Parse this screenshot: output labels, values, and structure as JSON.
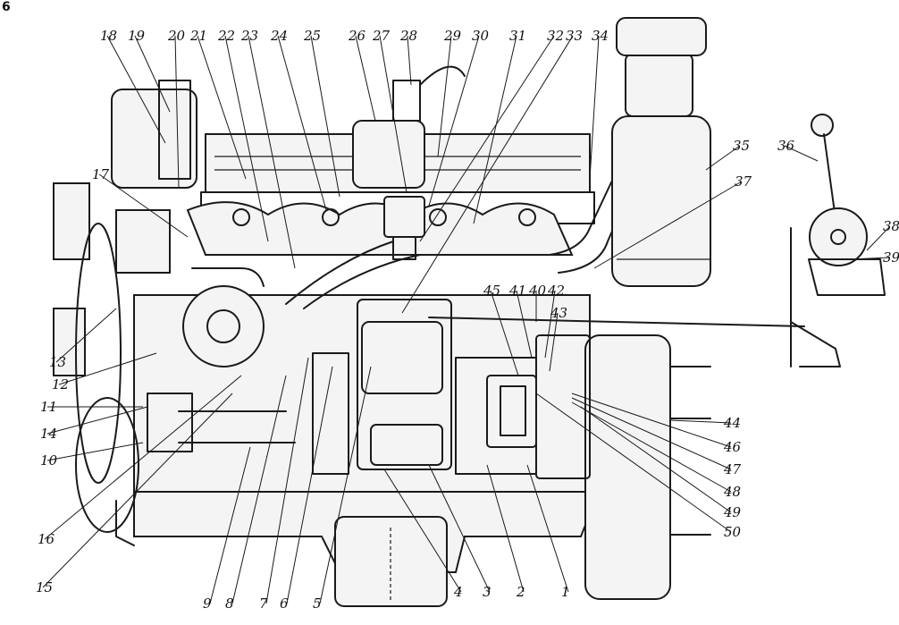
{
  "figure_number": "6",
  "callouts": [
    {
      "id": "1",
      "text": "1"
    },
    {
      "id": "2",
      "text": "2"
    },
    {
      "id": "3",
      "text": "3"
    },
    {
      "id": "4",
      "text": "4"
    },
    {
      "id": "5",
      "text": "5"
    },
    {
      "id": "6",
      "text": "6"
    },
    {
      "id": "7",
      "text": "7"
    },
    {
      "id": "8",
      "text": "8"
    },
    {
      "id": "9",
      "text": "9"
    },
    {
      "id": "10",
      "text": "10"
    },
    {
      "id": "11",
      "text": "11"
    },
    {
      "id": "12",
      "text": "12"
    },
    {
      "id": "13",
      "text": "13"
    },
    {
      "id": "14",
      "text": "14"
    },
    {
      "id": "15",
      "text": "15"
    },
    {
      "id": "16",
      "text": "16"
    },
    {
      "id": "17",
      "text": "17"
    },
    {
      "id": "18",
      "text": "18"
    },
    {
      "id": "19",
      "text": "19"
    },
    {
      "id": "20",
      "text": "20"
    },
    {
      "id": "21",
      "text": "21"
    },
    {
      "id": "22",
      "text": "22"
    },
    {
      "id": "23",
      "text": "23"
    },
    {
      "id": "24",
      "text": "24"
    },
    {
      "id": "25",
      "text": "25"
    },
    {
      "id": "26",
      "text": "26"
    },
    {
      "id": "27",
      "text": "27"
    },
    {
      "id": "28",
      "text": "28"
    },
    {
      "id": "29",
      "text": "29"
    },
    {
      "id": "30",
      "text": "30"
    },
    {
      "id": "31",
      "text": "31"
    },
    {
      "id": "32",
      "text": "32"
    },
    {
      "id": "33",
      "text": "33"
    },
    {
      "id": "34",
      "text": "34"
    },
    {
      "id": "35",
      "text": "35"
    },
    {
      "id": "36",
      "text": "36"
    },
    {
      "id": "37",
      "text": "37"
    },
    {
      "id": "38",
      "text": "38"
    },
    {
      "id": "39",
      "text": "39"
    },
    {
      "id": "40",
      "text": "40"
    },
    {
      "id": "41",
      "text": "41"
    },
    {
      "id": "42",
      "text": "42"
    },
    {
      "id": "43",
      "text": "43"
    },
    {
      "id": "44",
      "text": "44"
    },
    {
      "id": "45",
      "text": "45"
    },
    {
      "id": "46",
      "text": "46"
    },
    {
      "id": "47",
      "text": "47"
    },
    {
      "id": "48",
      "text": "48"
    },
    {
      "id": "49",
      "text": "49"
    },
    {
      "id": "50",
      "text": "50"
    }
  ]
}
